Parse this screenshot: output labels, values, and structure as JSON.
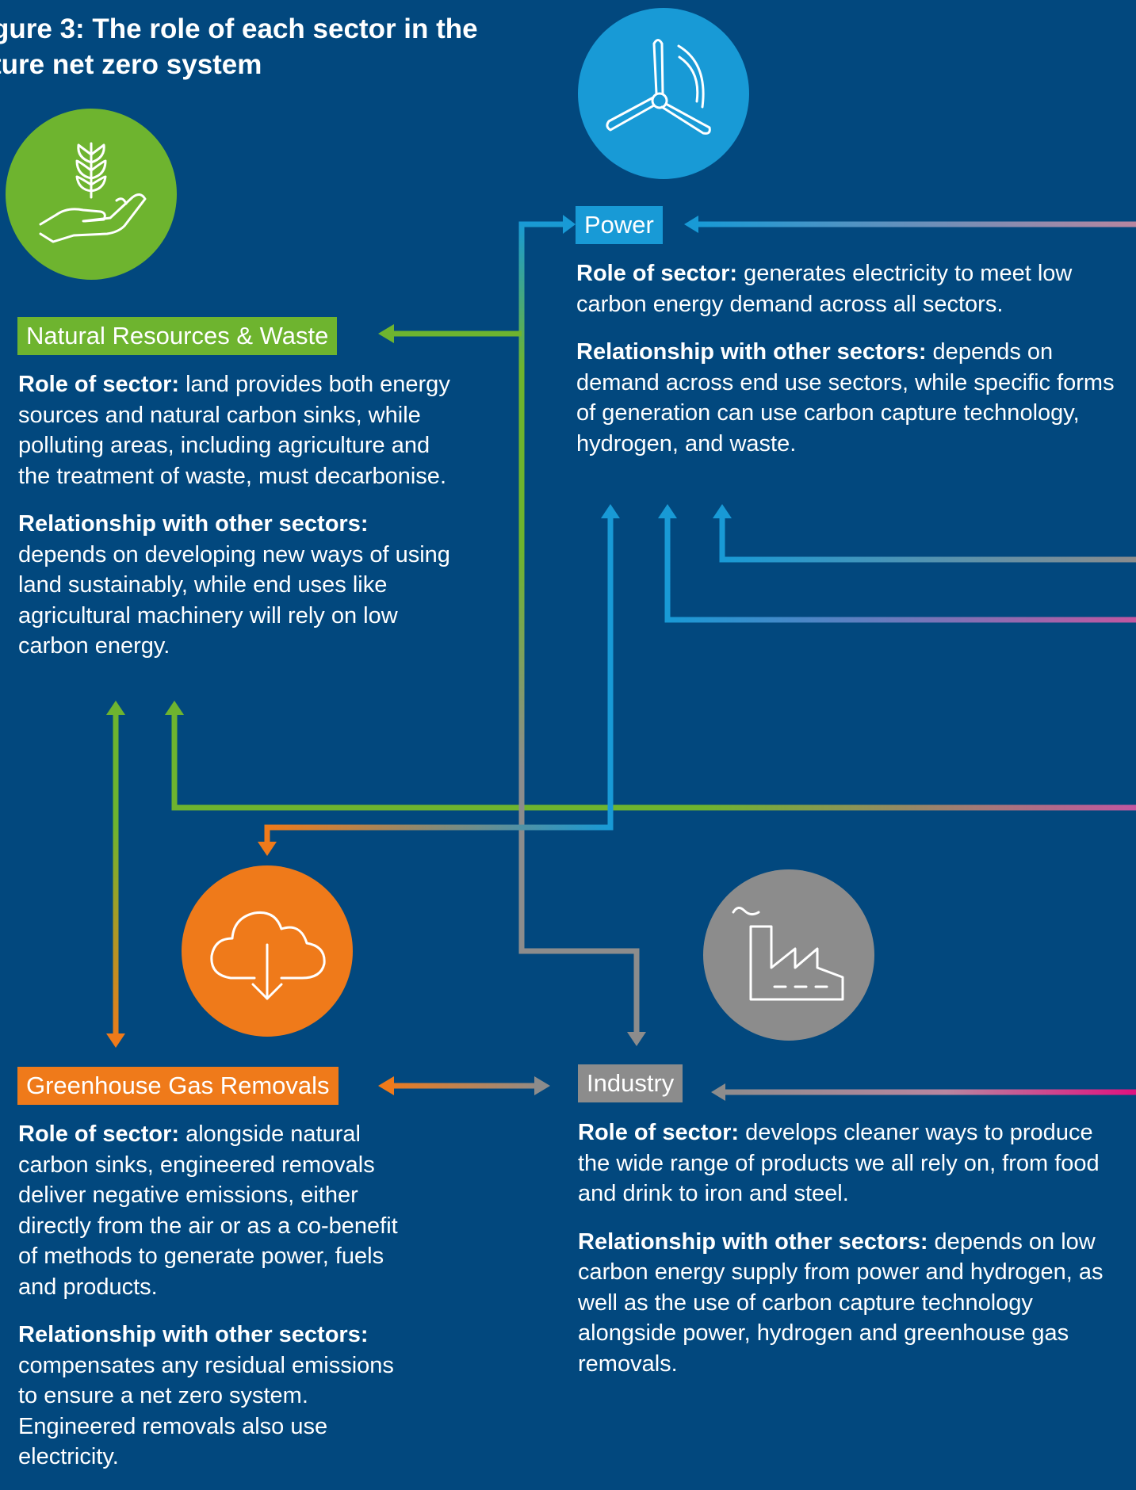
{
  "figure": {
    "title_line1": "gure 3: The role of each sector in the",
    "title_line2": "ture net zero system"
  },
  "colors": {
    "background": "#02487e",
    "power": "#189ad6",
    "natural_resources": "#6eb42f",
    "ggr": "#ef7a1a",
    "industry": "#8c8c8c",
    "offscreen_magenta": "#e0127f",
    "offscreen_mauve": "#b886a0"
  },
  "sectors": {
    "power": {
      "label": "Power",
      "icon": "wind-turbine-icon",
      "role_key": "Role of sector:",
      "role_text": " generates electricity to meet low carbon energy demand across all sectors.",
      "rel_key": "Relationship with other sectors:",
      "rel_text": " depends on demand across end use sectors, while specific forms of generation can use carbon capture technology, hydrogen, and waste."
    },
    "natural_resources": {
      "label": "Natural Resources & Waste",
      "icon": "plant-in-hand-icon",
      "role_key": "Role of sector:",
      "role_text": " land provides both energy sources and natural carbon sinks, while polluting areas, including agriculture and the treatment of waste, must decarbonise.",
      "rel_key": "Relationship with other sectors:",
      "rel_text": " depends on developing new ways of using land sustainably, while end uses like agricultural machinery will rely on low carbon energy."
    },
    "ggr": {
      "label": "Greenhouse Gas Removals",
      "icon": "cloud-download-icon",
      "role_key": "Role of sector:",
      "role_text": " alongside natural carbon sinks, engineered removals deliver negative emissions, either directly from the air or as a co-benefit of methods to generate power, fuels and products.",
      "rel_key": "Relationship with other sectors:",
      "rel_text": " compensates any residual emissions to ensure a net zero system. Engineered removals also use electricity."
    },
    "industry": {
      "label": "Industry",
      "icon": "factory-icon",
      "role_key": "Role of sector:",
      "role_text": " develops cleaner ways to produce the wide range of products we all rely on, from food and drink to iron and steel.",
      "rel_key": "Relationship with other sectors:",
      "rel_text": " depends on low carbon energy supply from power and hydrogen, as well as the use of carbon capture technology alongside power, hydrogen and greenhouse gas removals."
    }
  }
}
